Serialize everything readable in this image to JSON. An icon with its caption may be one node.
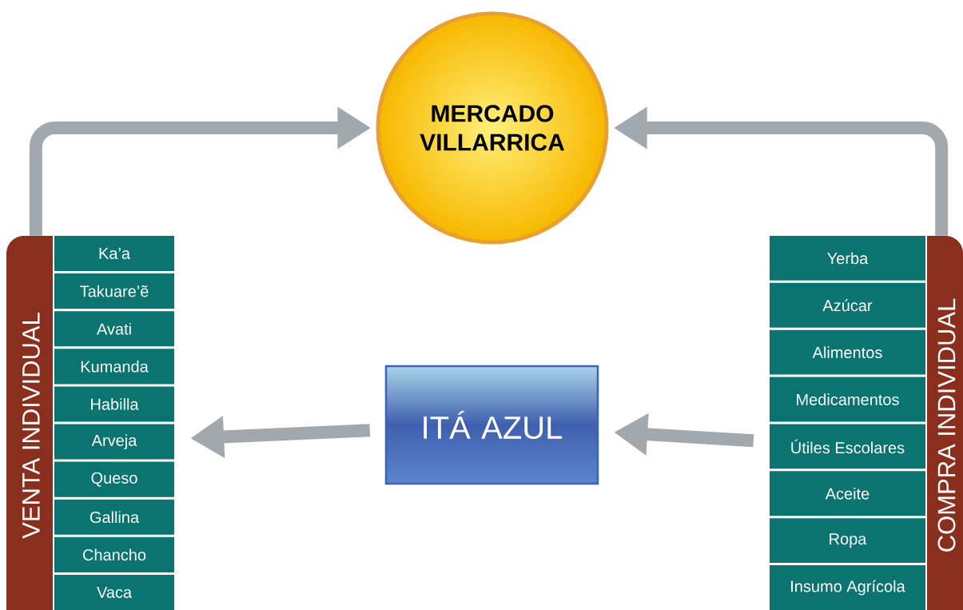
{
  "diagram": {
    "nodes": [
      {
        "text": [
          "MERCADO VILLARRICA"
        ]
      },
      {
        "text": [
          "VENTA INDIVIDUAL"
        ]
      },
      {
        "text": [
          "Ka’a"
        ]
      },
      {
        "text": [
          "Takuare’ẽ"
        ]
      },
      {
        "text": [
          "Avati"
        ]
      },
      {
        "text": [
          "Kumanda"
        ]
      },
      {
        "text": [
          "Habilla"
        ]
      },
      {
        "text": [
          "Arveja"
        ]
      },
      {
        "text": [
          "Queso"
        ]
      },
      {
        "text": [
          "Gallina"
        ]
      },
      {
        "text": [
          "Chancho"
        ]
      },
      {
        "text": [
          "Vaca"
        ]
      },
      {
        "text": [
          "ITÁ AZUL"
        ]
      },
      {
        "text": [
          "COMPRA INDIVIDUAL"
        ]
      },
      {
        "text": [
          "Yerba"
        ]
      },
      {
        "text": [
          "Azúcar"
        ]
      },
      {
        "text": [
          "Alimentos"
        ]
      },
      {
        "text": [
          "Medicamentos"
        ]
      },
      {
        "text": [
          "Útiles Escolares"
        ]
      },
      {
        "text": [
          "Aceite"
        ]
      },
      {
        "text": [
          "Ropa"
        ]
      },
      {
        "text": [
          "Insumo Agrícola"
        ]
      }
    ],
    "edges": [
      {
        "from": 1,
        "to": 0,
        "arrow": "to"
      },
      {
        "from": 13,
        "to": 0,
        "arrow": "to"
      },
      {
        "from": 12,
        "to": 7,
        "arrow": "to"
      },
      {
        "from": 18,
        "to": 12,
        "arrow": "to"
      }
    ]
  }
}
